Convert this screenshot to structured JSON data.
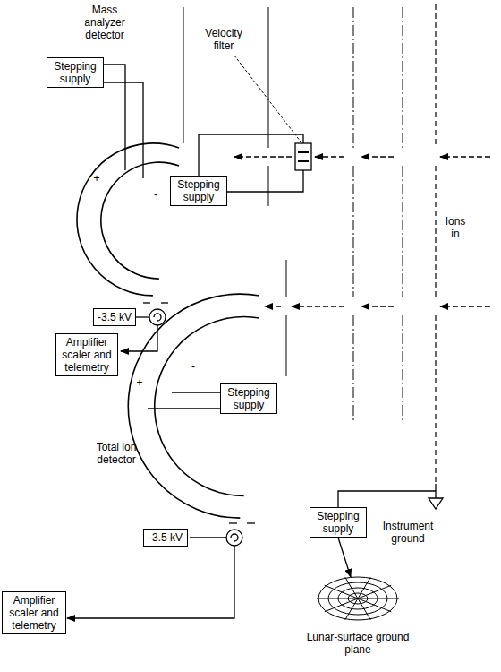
{
  "diagram": {
    "nodes": [
      {
        "text": [
          "Stepping supply"
        ]
      },
      {
        "text": [
          "Stepping supply"
        ]
      },
      {
        "text": [
          "-3.5 kV"
        ]
      },
      {
        "text": [
          "Amplifier scaler and telemetry"
        ]
      },
      {
        "text": [
          "Stepping supply"
        ]
      },
      {
        "text": [
          "-3.5 kV"
        ]
      },
      {
        "text": [
          "Amplifier scaler and telemetry"
        ]
      },
      {
        "text": [
          "Stepping supply"
        ]
      }
    ],
    "labels": [
      "Mass analyzer detector",
      "Velocity filter",
      "+",
      "-",
      "Ions in",
      "+",
      "-",
      "Total ion detector",
      "Instrument ground",
      "Lunar-surface ground plane"
    ]
  }
}
